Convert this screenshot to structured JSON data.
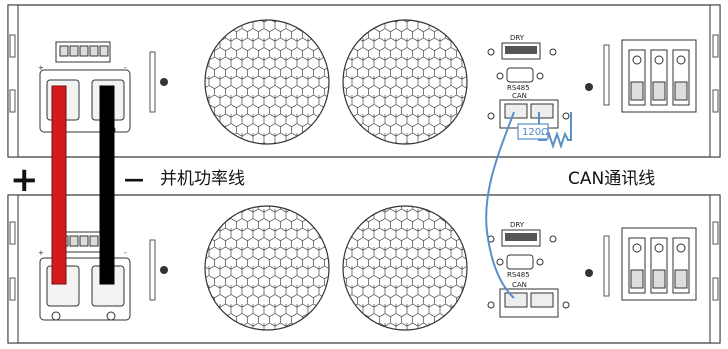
{
  "title": "",
  "colors": {
    "positive": "#d41a1a",
    "negative": "#000000",
    "can_wire": "#5a8fc8",
    "outline": "#333333"
  },
  "units": [
    {
      "plus": "+",
      "minus": "-",
      "dry_label": "DRY",
      "rs485_label": "RS485",
      "can_label": "CAN"
    },
    {
      "plus": "+",
      "minus": "-",
      "dry_label": "DRY",
      "rs485_label": "RS485",
      "can_label": "CAN"
    }
  ],
  "legend": {
    "plus_symbol": "+",
    "minus_symbol": "—",
    "power_line_label": "并机功率线",
    "can_line_label": "CAN通讯线"
  },
  "resistor_label": "120Ω"
}
